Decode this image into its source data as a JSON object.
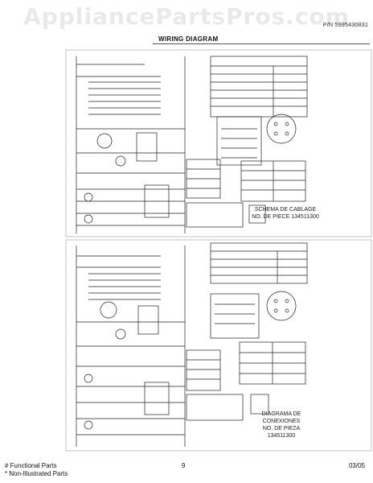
{
  "watermark": "AppliancePartsPros.com",
  "header": {
    "model_text": "P/N 5995430831",
    "title": "WIRING DIAGRAM"
  },
  "captions": {
    "top_right": "SCHEMA DE CABLAGE\nNO. DE PIECE 134511300",
    "bottom_right": "DIAGRAMA DE\nCONEXIONES\nNO. DE PIEZA\n134511300"
  },
  "footer": {
    "functional": "# Functional Parts",
    "non_illustrated": "* Non-Illustrated Parts",
    "page": "9",
    "date": "03/05"
  }
}
